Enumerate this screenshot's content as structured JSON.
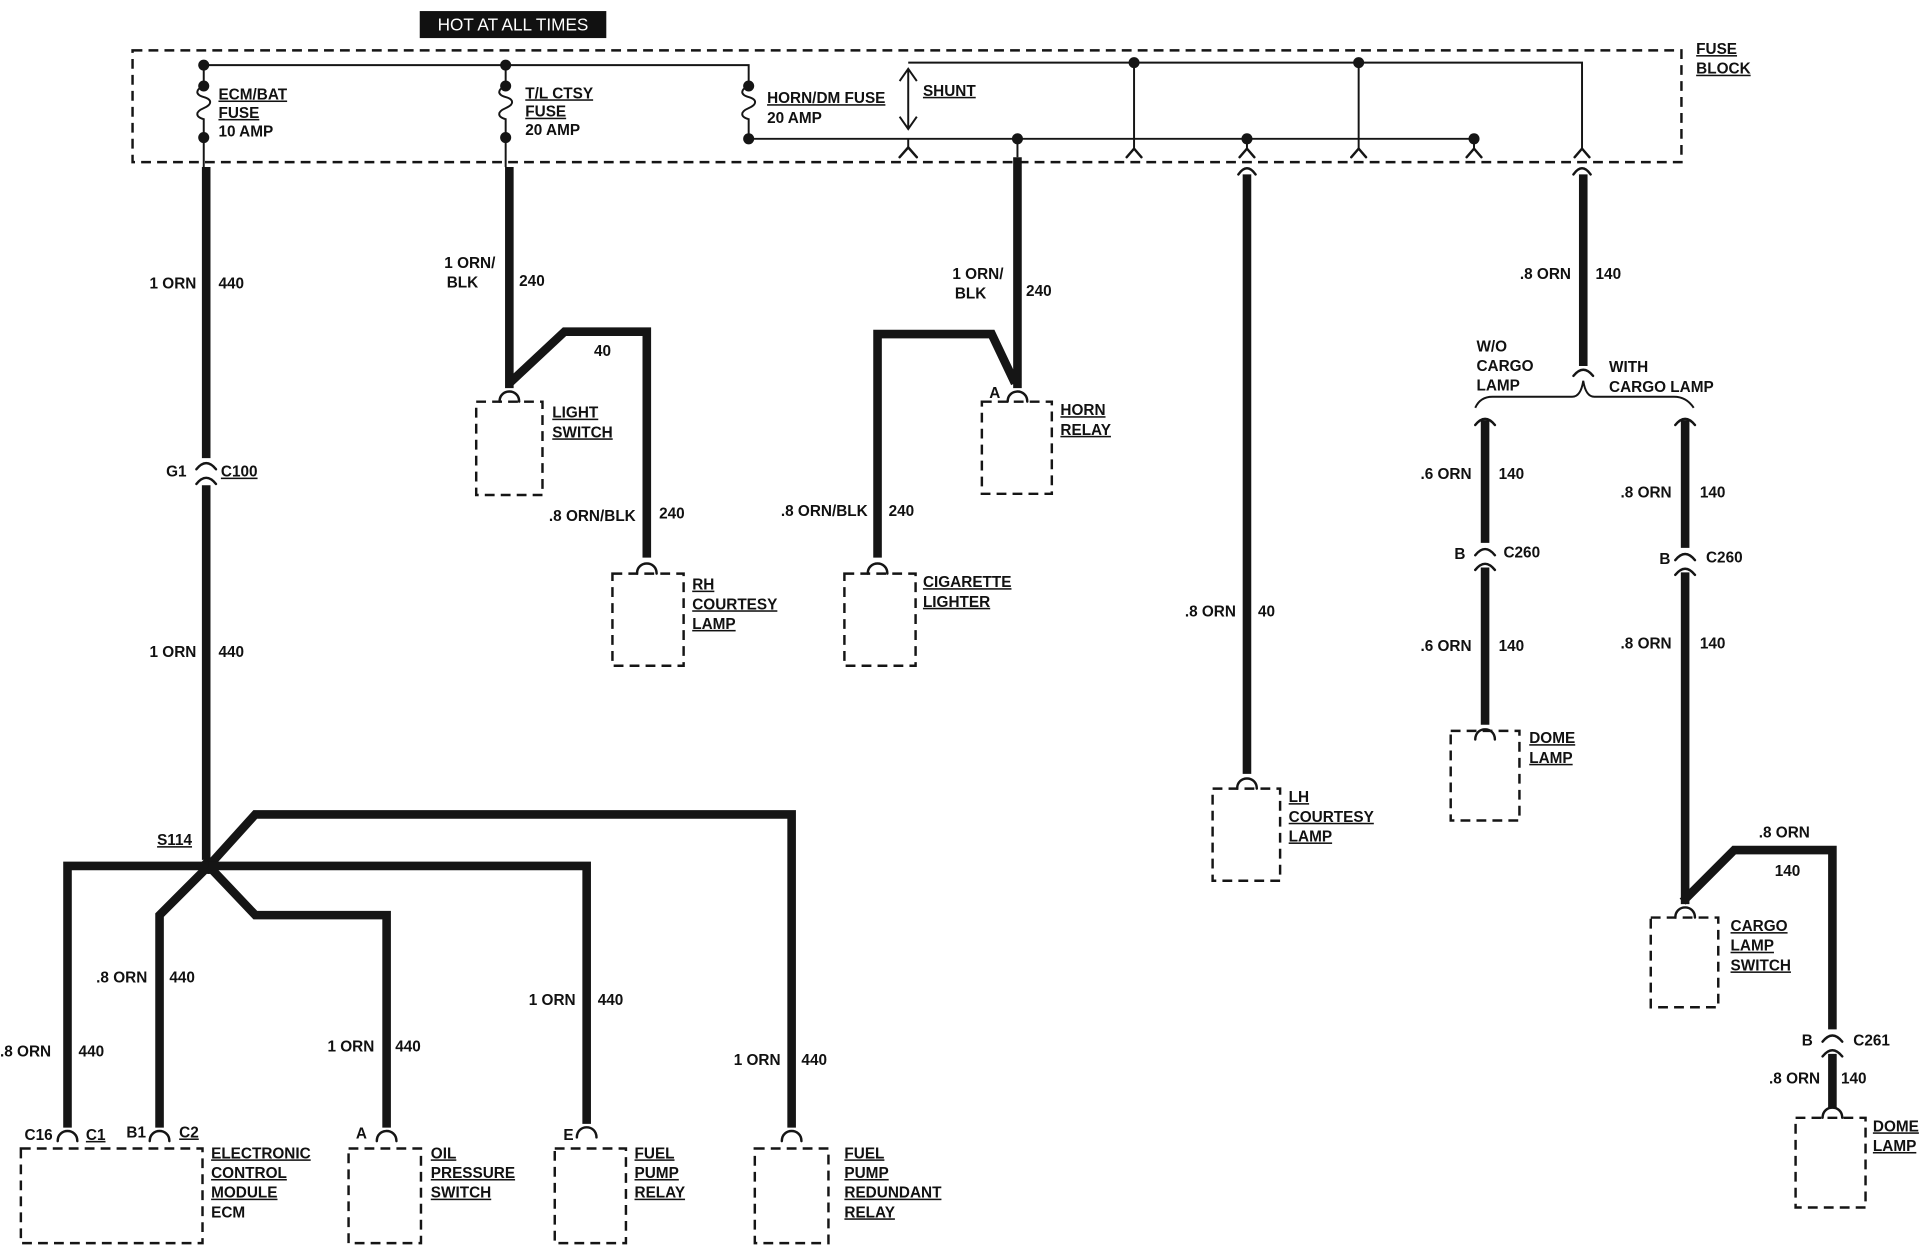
{
  "title_box": "HOT AT ALL TIMES",
  "fuse_block": {
    "label": [
      "FUSE",
      "BLOCK"
    ],
    "ecm_bat_fuse": [
      "ECM/BAT",
      "FUSE",
      "10 AMP"
    ],
    "tl_ctsy_fuse": [
      "T/L CTSY",
      "FUSE",
      "20 AMP"
    ],
    "horn_dm_fuse": [
      "HORN/DM FUSE",
      "20 AMP"
    ],
    "shunt": "SHUNT"
  },
  "ecm_circuit": {
    "upper_wire": {
      "gauge": "1 ORN",
      "circuit": "440"
    },
    "connector": {
      "pin": "G1",
      "name": "C100"
    },
    "lower_wire": {
      "gauge": "1 ORN",
      "circuit": "440"
    },
    "splice": "S114"
  },
  "splice_branches": {
    "ecm_c1": {
      "gauge": ".8 ORN",
      "circuit": "440"
    },
    "ecm_c2": {
      "gauge": ".8 ORN",
      "circuit": "440"
    },
    "oil_pressure": {
      "gauge": "1 ORN",
      "circuit": "440"
    },
    "fuel_pump_relay": {
      "gauge": "1 ORN",
      "circuit": "440"
    },
    "redundant_relay": {
      "gauge": "1 ORN",
      "circuit": "440"
    }
  },
  "ecm": {
    "pins": [
      "C16",
      "C1",
      "B1",
      "C2"
    ],
    "label": [
      "ELECTRONIC",
      "CONTROL",
      "MODULE",
      "ECM"
    ]
  },
  "oil_pressure_switch": {
    "pin": "A",
    "label": [
      "OIL",
      "PRESSURE",
      "SWITCH"
    ]
  },
  "fuel_pump_relay": {
    "pin": "E",
    "label": [
      "FUEL",
      "PUMP",
      "RELAY"
    ]
  },
  "fuel_pump_redundant_relay": {
    "label": [
      "FUEL",
      "PUMP",
      "REDUNDANT",
      "RELAY"
    ]
  },
  "light_circuit": {
    "feed": {
      "gauge": [
        "1 ORN/",
        "BLK"
      ],
      "circuit": "240"
    },
    "branch_circuit": "40",
    "rh_wire": {
      "gauge": ".8 ORN/BLK",
      "circuit": "240"
    },
    "light_switch": [
      "LIGHT",
      "SWITCH"
    ],
    "rh_courtesy_lamp": [
      "RH",
      "COURTESY",
      "LAMP"
    ]
  },
  "horn_circuit": {
    "feed": {
      "gauge": [
        "1 ORN/",
        "BLK"
      ],
      "circuit": "240"
    },
    "relay_pin": "A",
    "horn_relay": [
      "HORN",
      "RELAY"
    ],
    "lighter_wire": {
      "gauge": ".8 ORN/BLK",
      "circuit": "240"
    },
    "cigarette_lighter": [
      "CIGARETTE",
      "LIGHTER"
    ]
  },
  "lh_circuit": {
    "wire": {
      "gauge": ".8 ORN",
      "circuit": "40"
    },
    "lh_courtesy_lamp": [
      "LH",
      "COURTESY",
      "LAMP"
    ]
  },
  "dome_circuit": {
    "feed": {
      "gauge": ".8 ORN",
      "circuit": "140"
    },
    "without_cargo": [
      "W/O",
      "CARGO",
      "LAMP"
    ],
    "with_cargo": [
      "WITH",
      "CARGO LAMP"
    ],
    "wo_branch": {
      "upper": {
        "gauge": ".6 ORN",
        "circuit": "140"
      },
      "connector": {
        "pin": "B",
        "name": "C260"
      },
      "lower": {
        "gauge": ".6 ORN",
        "circuit": "140"
      },
      "dome_lamp": [
        "DOME",
        "LAMP"
      ]
    },
    "with_branch": {
      "upper": {
        "gauge": ".8 ORN",
        "circuit": "140"
      },
      "connector": {
        "pin": "B",
        "name": "C260"
      },
      "lower": {
        "gauge": ".8 ORN",
        "circuit": "140"
      },
      "cargo_lamp_switch": [
        "CARGO",
        "LAMP",
        "SWITCH"
      ],
      "switch_out": {
        "gauge": ".8 ORN",
        "circuit": "140"
      },
      "connector2": {
        "pin": "B",
        "name": "C261"
      },
      "final": {
        "gauge": ".8 ORN",
        "circuit": "140"
      },
      "dome_lamp": [
        "DOME",
        "LAMP"
      ]
    }
  }
}
